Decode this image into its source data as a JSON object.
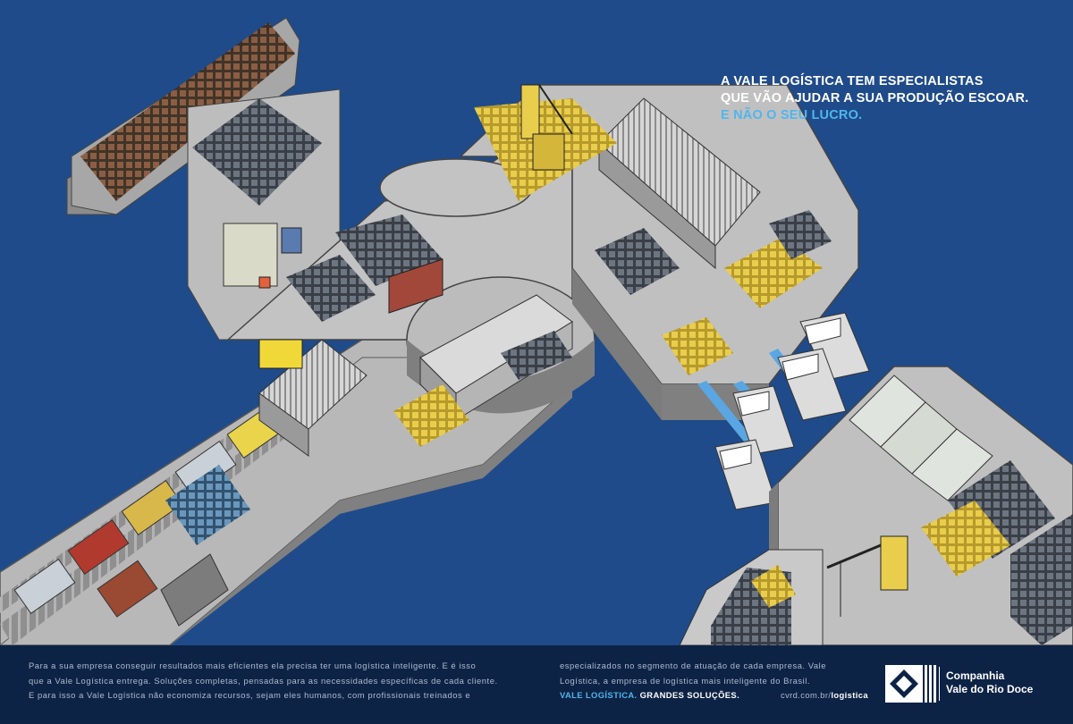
{
  "headline": {
    "line1": "A VALE LOGÍSTICA TEM ESPECIALISTAS",
    "line2": "QUE VÃO AJUDAR A SUA PRODUÇÃO ESCOAR.",
    "accent": "E NÃO O SEU LUCRO."
  },
  "footer": {
    "col1": [
      "Para a sua empresa conseguir resultados mais eficientes ela precisa ter uma logística inteligente. E é isso",
      "que a Vale Logística entrega. Soluções completas, pensadas para as necessidades específicas de cada cliente.",
      "E para isso a Vale Logística não economiza recursos, sejam eles humanos, com profissionais treinados e"
    ],
    "col2": [
      "especializados no segmento de atuação de cada empresa. Vale",
      "Logística, a empresa de logística mais inteligente do Brasil."
    ],
    "tagline_brand": "VALE LOGÍSTICA.",
    "tagline_rest": "GRANDES SOLUÇÕES.",
    "url_prefix": "cvrd.com.br/",
    "url_suffix": "logistica"
  },
  "logo": {
    "line1": "Companhia",
    "line2": "Vale do Rio Doce"
  },
  "colors": {
    "water": "#1f4b8a",
    "footer_bg": "#0d2345",
    "accent": "#4fb6ee"
  }
}
